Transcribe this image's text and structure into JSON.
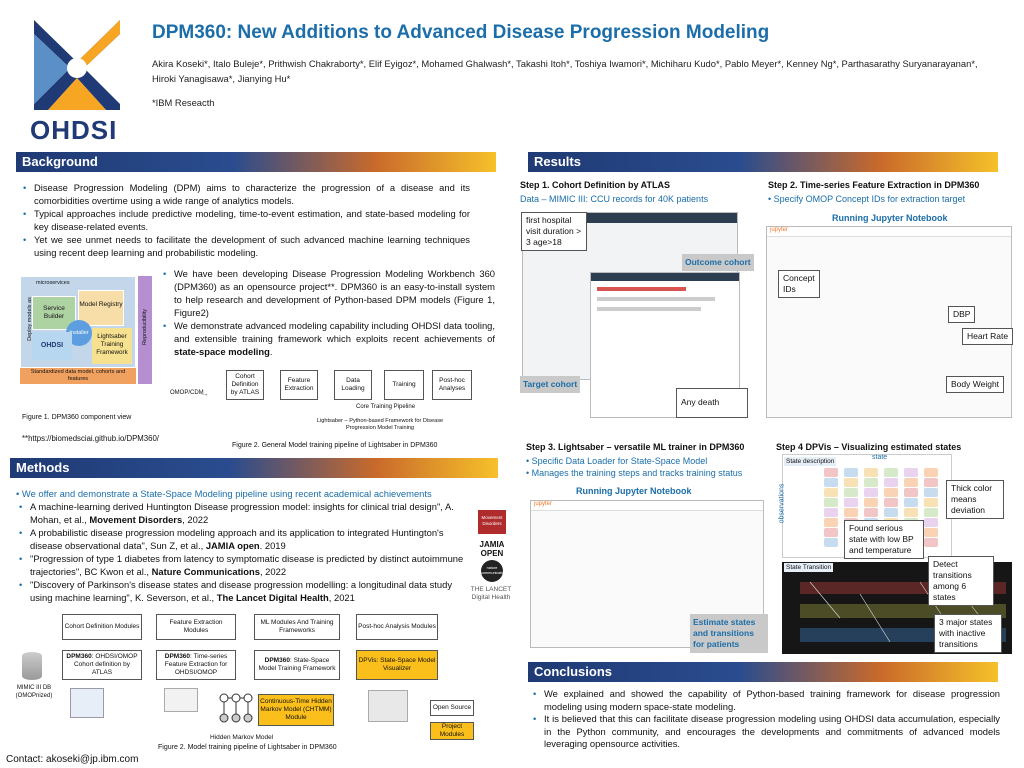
{
  "header": {
    "title": "DPM360: New Additions to Advanced Disease Progression Modeling",
    "authors": "Akira Koseki*, Italo Buleje*, Prithwish Chakraborty*, Elif Eyigoz*, Mohamed Ghalwash*, Takashi Itoh*, Toshiya Iwamori*, Michiharu Kudo*, Pablo Meyer*, Kenney Ng*, Parthasarathy Suryanarayanan*, Hiroki Yanagisawa*, Jianying Hu*",
    "affiliation": "*IBM Reseacth",
    "logo_text": "OHDSI"
  },
  "background": {
    "heading": "Background",
    "bullets": [
      "Disease Progression Modeling (DPM) aims to characterize the progression of a disease and its comorbidities overtime using a wide range of analytics models.",
      "Typical approaches include predictive modeling, time-to-event estimation, and state-based modeling for key disease-related events.",
      "Yet we see unmet needs to facilitate the development of such advanced machine learning techniques using recent deep learning and probabilistic modeling."
    ],
    "bullets2": [
      "We have been developing Disease Progression Modeling Workbench 360 (DPM360) as an opensource project**. DPM360 is an easy-to-install system to help research and development of Python-based DPM models (Figure 1, Figure2)",
      "We demonstrate advanced modeling capability including OHDSI data tooling, and extensible training framework which exploits recent achievements of"
    ],
    "bullet2_bold": "state-space modeling",
    "figure1": {
      "labels": [
        "microservices",
        "Deploy models as",
        "Service Builder",
        "Model Registry",
        "Installer",
        "Lightsaber Training Framework",
        "OHDSI",
        "Standardized data model, cohorts and features",
        "Reproducibility"
      ],
      "caption": "Figure 1.  DPM360 component view"
    },
    "footnote": "**https://biomedsciai.github.io/DPM360/",
    "figure2": {
      "nodes": [
        "OMOP/CDM",
        "Cohort Definition by ATLAS",
        "Feature Extraction",
        "Data Loading",
        "Training",
        "Post-hoc Analyses"
      ],
      "core_label": "Core Training Pipeline",
      "lightsaber_label": "Lightsaber – Python-based Framework for Disease Progression Model Training",
      "caption": "Figure 2. General Model training pipeline of Lightsaber in DPM360"
    }
  },
  "methods": {
    "heading": "Methods",
    "intro": "We offer and demonstrate a State-Space Modeling pipeline using recent academical achievements",
    "refs": [
      {
        "text": "A machine-learning derived Huntington Disease progression model: insights for clinical trial design\", A. Mohan, et al., ",
        "bold": "Movement Disorders",
        ", 2022": ""
      },
      {
        "text": "A probabilistic disease progression modeling approach and its application to integrated Huntington's disease observational data\", Sun Z, et al.,  ",
        "bold": "JAMIA open"
      },
      {
        "text": "\"Progression of type 1 diabetes from latency to symptomatic disease is predicted by distinct autoimmune trajectories\", BC Kwon et al., ",
        "bold": "Nature Communications"
      },
      {
        "text": "\"Discovery of Parkinson's disease states and disease progression modelling: a longitudinal data study using machine learning\", K. Severson, et al., ",
        "bold": "The Lancet Digital Health"
      }
    ],
    "ref_tails": [
      ", 2022",
      ". 2019",
      ", 2022",
      ", 2021"
    ],
    "journal_logos": [
      "Movement Disorders",
      "JAMIA OPEN",
      "nature communications",
      "THE LANCET Digital Health"
    ],
    "pipeline": {
      "headers": [
        "Cohort Definition Modules",
        "Feature Extraction Modules",
        "ML Modules And Training Frameworks",
        "Post-hoc Analysis Modules"
      ],
      "modules": [
        {
          "bold": "DPM360",
          "text": ": OHDSI/OMOP Cohort definition by ATLAS"
        },
        {
          "bold": "DPM360",
          "text": ": Time-series Feature Extraction for OHDSI/OMOP"
        },
        {
          "bold": "DPM360",
          "text": ": State-Space Model Training Framework"
        },
        {
          "bold": "",
          "text": "DPVis: State-Space Model Visualizer"
        }
      ],
      "chtmm": "Continuous-Time Hidden Markov Model (CHTMM) Module",
      "hmm_label": "Hidden Markov Model",
      "db_label": "MIMIC III DB (OMOPnized)",
      "legend_open": "Open Source",
      "legend_project": "Project Modules",
      "caption": "Figure 2. Model training pipeline of Lightsaber in DPM360"
    }
  },
  "contact": "Contact:  akoseki@jp.ibm.com",
  "results": {
    "heading": "Results",
    "step1": {
      "title": "Step 1.  Cohort Definition by ATLAS",
      "sub": "Data – MIMIC III: CCU records for 40K patients",
      "callouts": [
        "first hospital visit duration > 3 age>18",
        "Outcome cohort",
        "Target cohort",
        "Any death"
      ]
    },
    "step2": {
      "title": "Step 2. Time-series Feature Extraction in DPM360",
      "sub": "Specify OMOP Concept IDs for extraction target",
      "jupyter": "Running Jupyter Notebook",
      "callouts": [
        "Concept IDs",
        "DBP",
        "Heart Rate",
        "Body Weight"
      ]
    },
    "step3": {
      "title": "Step 3. Lightsaber – versatile ML trainer in DPM360",
      "subs": [
        "Specific Data Loader for State-Space Model",
        "Manages the training steps and tracks training status"
      ],
      "jupyter": "Running Jupyter Notebook",
      "callout": "Estimate states and transitions for patients"
    },
    "step4": {
      "title": "Step 4 DPVis – Visualizing estimated states",
      "labels": [
        "State description",
        "state",
        "observations",
        "State Transition"
      ],
      "callouts": [
        "Thick color means deviation",
        "Found serious state with low BP and temperature",
        "Detect transitions among 6 states",
        "3 major states with inactive transitions"
      ]
    }
  },
  "conclusions": {
    "heading": "Conclusions",
    "bullets": [
      "We explained and showed the capability of Python-based training framework for disease progression modeling using modern space-state modeling.",
      "It is believed that this can facilitate disease progression modeling using OHDSI data accumulation, especially in the Python community, and encourages the developments and commitments of advanced models leveraging opensource activities."
    ]
  },
  "colors": {
    "accent": "#1b6ea9",
    "bar_start": "#1f3a74",
    "bar_end": "#f6c12a",
    "module_yellow": "#fbbf1b"
  }
}
